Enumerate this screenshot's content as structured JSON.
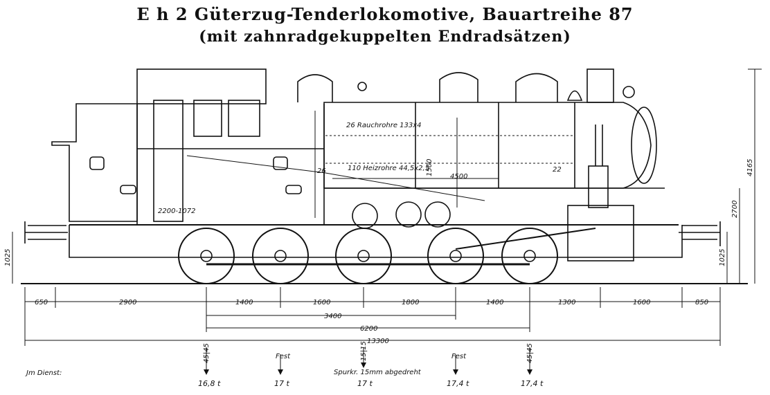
{
  "title": {
    "line1": "E h 2 Güterzug-Tenderlokomotive, Bauartreihe 87",
    "line2": "(mit zahnradgekuppelten Endradsätzen)"
  },
  "drawing_labels": {
    "rauchrohre": "26 Rauchrohre 133x4",
    "heizrohre": "110 Heizrohre 44,5x2,5",
    "tube_length": "4500",
    "dim_1500": "1500",
    "dim_22": "22",
    "dim_2200": "2200-1072",
    "dim_26": "26"
  },
  "height_dims": {
    "left_1025": "1025",
    "right_1025": "1025",
    "h_2700": "2700",
    "h_4165": "4165"
  },
  "length_dims": {
    "row1": [
      "650",
      "2900",
      "1400",
      "1600",
      "1800",
      "1400",
      "1300",
      "1600",
      "850"
    ],
    "wheelbase_3400": "3400",
    "wheelbase_6200": "6200",
    "total_13300": "13300"
  },
  "loads": {
    "label": "Jm Dienst:",
    "axle_marks": [
      {
        "mark": "45|45",
        "weight": "16,8 t"
      },
      {
        "mark": "Fest",
        "weight": "17 t"
      },
      {
        "mark": "15|15",
        "weight": "17 t",
        "note": "Spurkr. 15mm abgedreht"
      },
      {
        "mark": "Fest",
        "weight": "17,4 t"
      },
      {
        "mark": "45|45",
        "weight": "17,4 t"
      }
    ]
  }
}
